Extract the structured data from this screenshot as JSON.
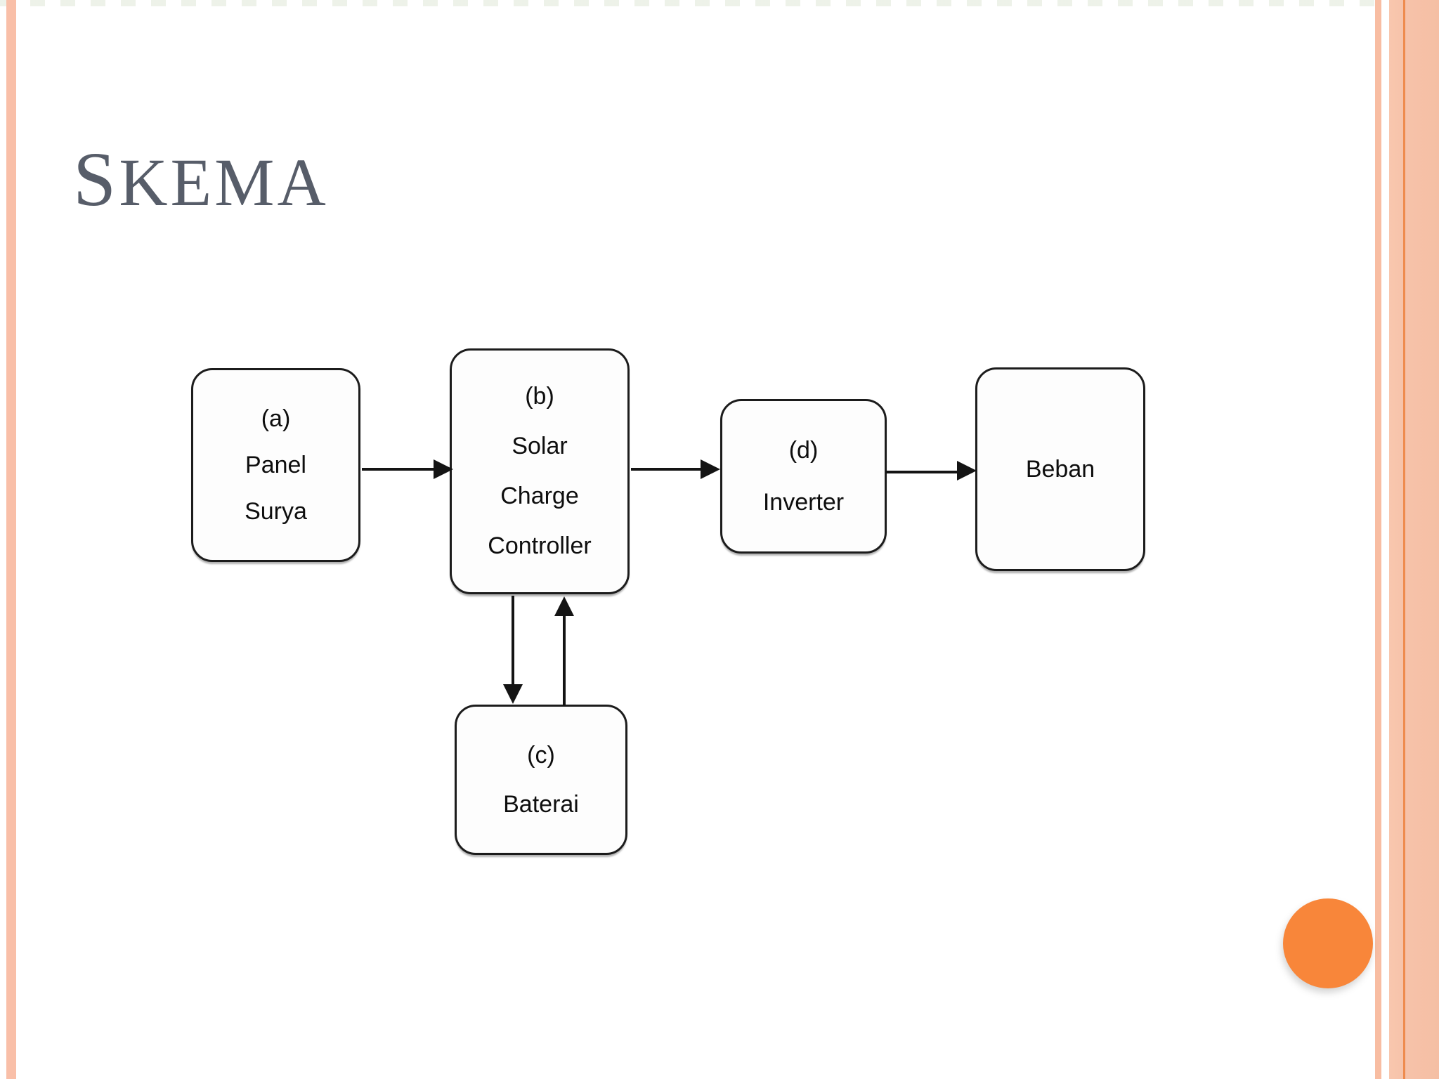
{
  "slide": {
    "title": "SKEMA"
  },
  "theme": {
    "background_color": "#FFFFFF",
    "title_color": "#575D69",
    "side_stripe_color": "#F9BFA8",
    "right_thin_stripe_color": "#F8BDA2",
    "right_band_color": "#F6C2A9",
    "accent_line_color": "#EE8B4D",
    "circle_color": "#F8863A",
    "diagram_ink_color": "#141414"
  },
  "diagram": {
    "nodes": [
      {
        "id": "a",
        "lines": [
          "(a)",
          "Panel",
          "Surya"
        ]
      },
      {
        "id": "b",
        "lines": [
          "(b)",
          "Solar",
          "Charge",
          "Controller"
        ]
      },
      {
        "id": "d",
        "lines": [
          "(d)",
          "Inverter"
        ]
      },
      {
        "id": "load",
        "lines": [
          "Beban"
        ]
      },
      {
        "id": "c",
        "lines": [
          "(c)",
          "Baterai"
        ]
      }
    ],
    "connections": [
      {
        "from": "a",
        "to": "b",
        "direction": "right"
      },
      {
        "from": "b",
        "to": "d",
        "direction": "right"
      },
      {
        "from": "d",
        "to": "load",
        "direction": "right"
      },
      {
        "from": "b",
        "to": "c",
        "direction": "down"
      },
      {
        "from": "c",
        "to": "b",
        "direction": "up"
      }
    ]
  }
}
